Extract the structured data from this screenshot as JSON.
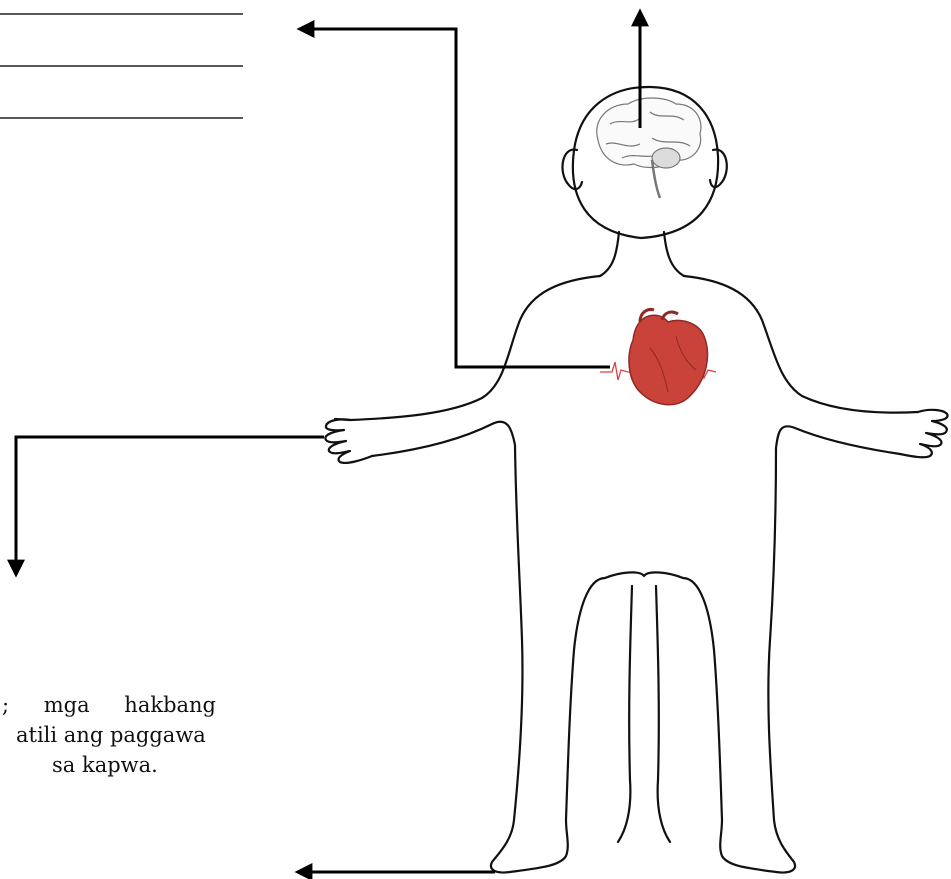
{
  "caption": {
    "line1": "; mga hakbang",
    "line2": "atili ang paggawa",
    "line3": "sa kapwa."
  },
  "colors": {
    "ink": "#000000",
    "heart": "#c9433a",
    "heart_dark": "#8e2a26",
    "pulse": "#e0403a",
    "brain": "#9a9a9a"
  },
  "icons": [
    "brain-icon",
    "heart-icon",
    "arrow-icon"
  ]
}
